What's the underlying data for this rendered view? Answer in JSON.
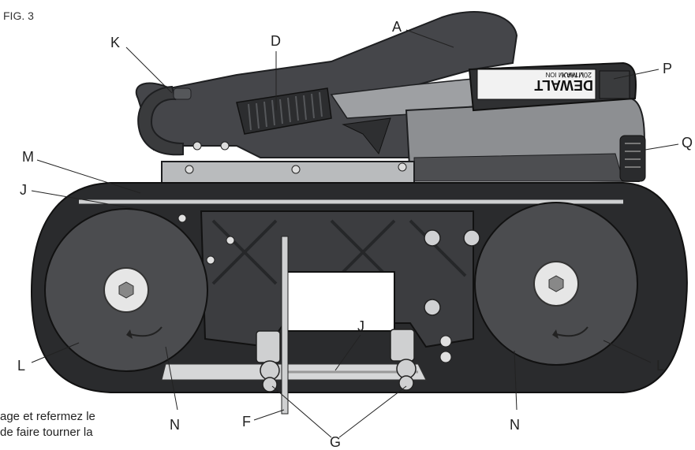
{
  "figure": {
    "label": "FIG. 3",
    "callouts": {
      "A": "A",
      "D": "D",
      "K": "K",
      "P": "P",
      "Q": "Q",
      "M": "M",
      "J_top": "J",
      "J_mid": "J",
      "L_left": "L",
      "L_right": "L",
      "N_left": "N",
      "N_right": "N",
      "F": "F",
      "G": "G"
    },
    "battery": {
      "brand": "DEWALT",
      "voltage": "20V MAX",
      "chemistry": "LITHIUM ION"
    },
    "cut_text": [
      "age et refermez le",
      "de faire tourner la"
    ]
  },
  "colors": {
    "body_dark": "#3a3b3d",
    "body_mid": "#55575a",
    "wheel": "#4b4c4f",
    "metal": "#b9bbbd",
    "frame": "#2a2b2d"
  },
  "icons": {
    "arrow_left": "rotation-arrow-icon",
    "bolt": "hex-bolt-icon",
    "screw": "cross-screw-icon"
  }
}
